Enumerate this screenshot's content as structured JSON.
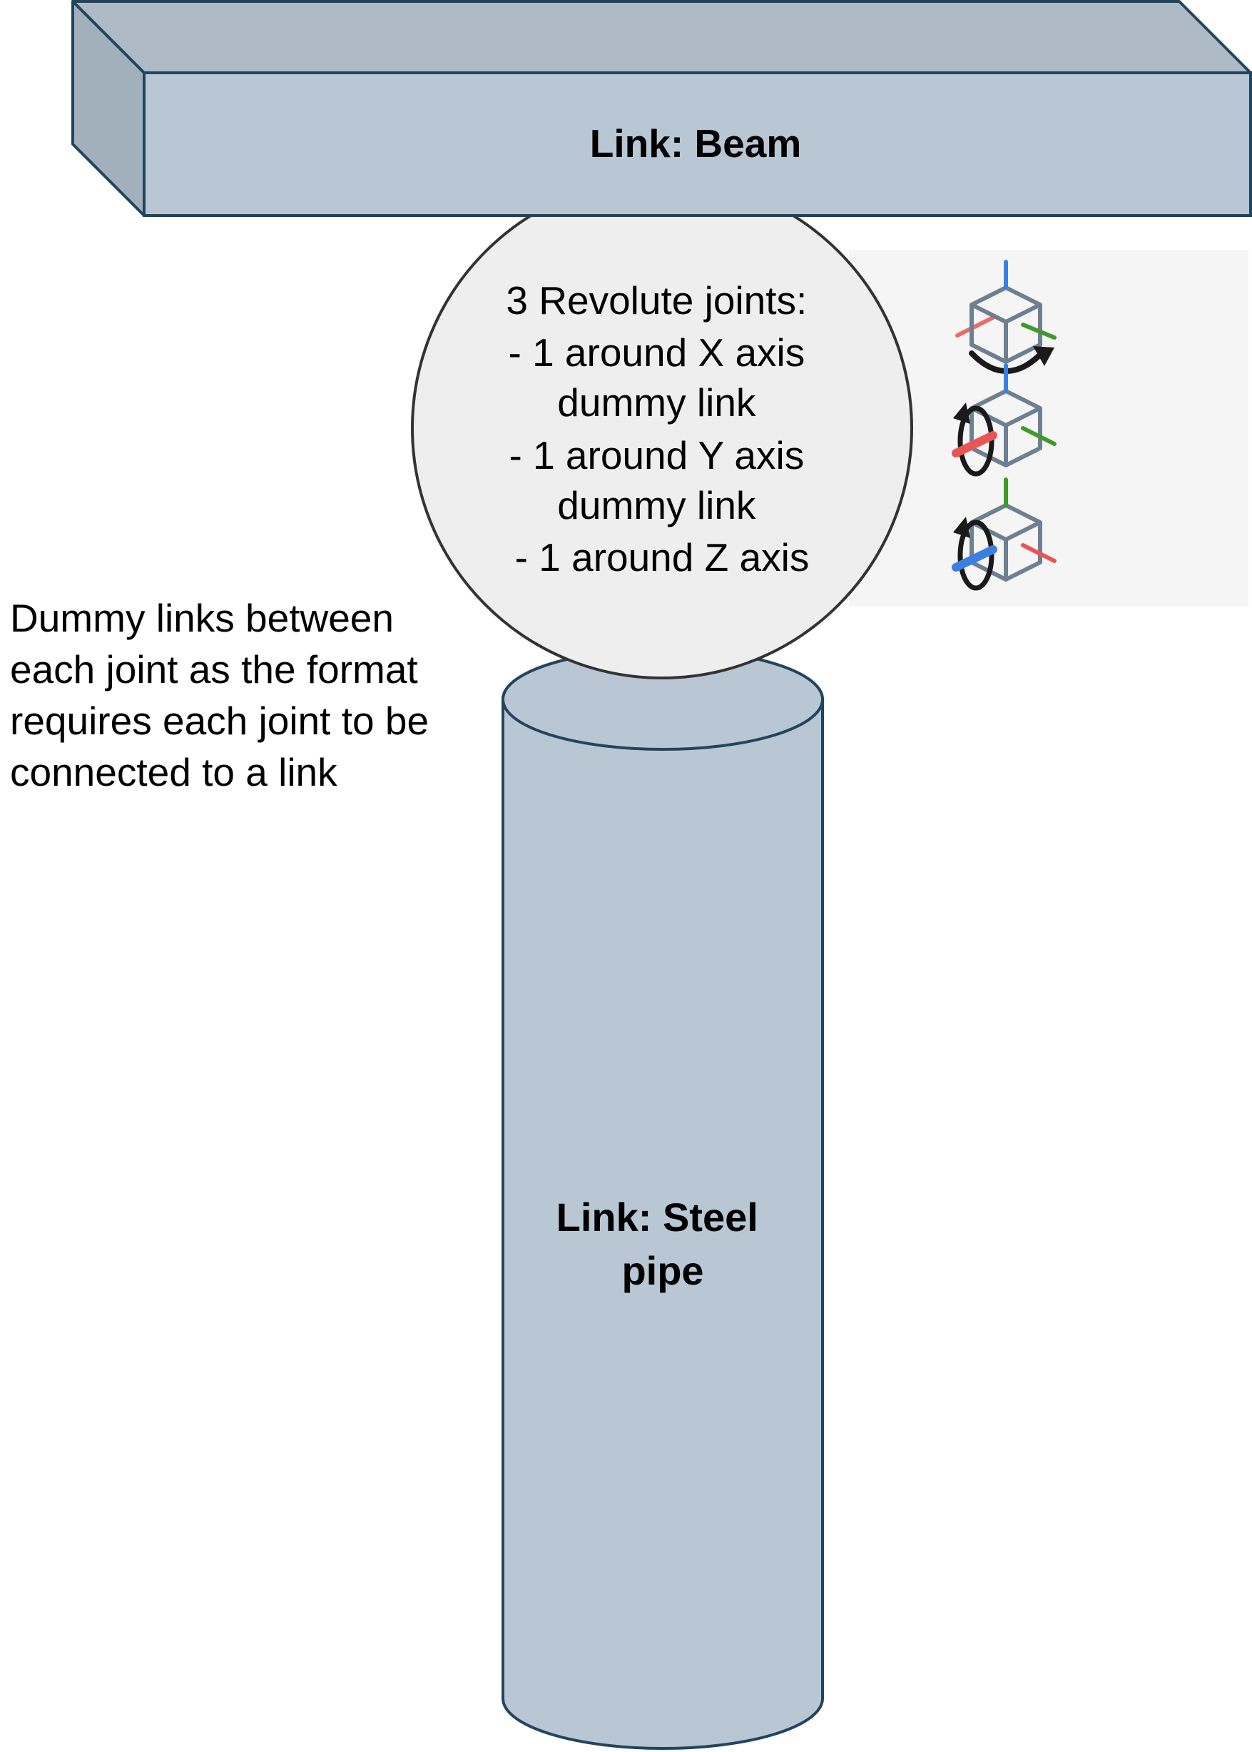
{
  "beam": {
    "label": "Link: Beam",
    "color_front": "#b8c7d3",
    "color_top": "#aebbc6",
    "color_side": "#a2b0bb",
    "stroke": "#23445d"
  },
  "joints": {
    "lines": [
      "3 Revolute joints:",
      "- 1 around X axis",
      "dummy link",
      "- 1 around Y axis",
      "dummy link",
      "- 1 around Z axis"
    ],
    "fill": "#eeeeee",
    "stroke": "#333333"
  },
  "icons": [
    {
      "name": "rotate-x-icon",
      "axis": "X"
    },
    {
      "name": "rotate-y-icon",
      "axis": "Y"
    },
    {
      "name": "rotate-z-icon",
      "axis": "Z"
    }
  ],
  "axis_colors": {
    "x": "#e85555",
    "y": "#3f9a2a",
    "z": "#3b7fe0",
    "cube": "#6e7f91"
  },
  "pipe": {
    "label_lines": [
      "Link: Steel",
      "pipe"
    ],
    "color": "#b8c7d3",
    "stroke": "#23445d"
  },
  "note": {
    "text": "Dummy links between\neach joint as the format\nrequires each joint to be\nconnected to a link"
  }
}
